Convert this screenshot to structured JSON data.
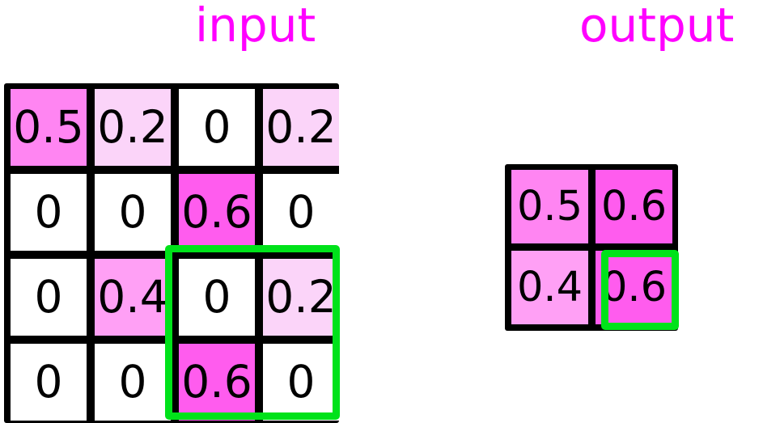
{
  "figure": {
    "type": "max-pooling-illustration",
    "background_color": "#ffffff",
    "label_color": "#ff00ff",
    "grid_line_color": "#000000",
    "highlight_color": "#00e21a"
  },
  "labels": {
    "input": "input",
    "output": "output"
  },
  "value_colors": {
    "0": "#ffffff",
    "0.2": "#fbd4f9",
    "0.4": "#ffa0f5",
    "0.5": "#ff85f2",
    "0.6": "#ff5cee"
  },
  "input_matrix": {
    "rows": 4,
    "cols": 4,
    "cells": [
      [
        {
          "value": "0.5",
          "color": "#ff85f2"
        },
        {
          "value": "0.2",
          "color": "#fbd4f9"
        },
        {
          "value": "0",
          "color": "#ffffff"
        },
        {
          "value": "0.2",
          "color": "#fbd4f9"
        }
      ],
      [
        {
          "value": "0",
          "color": "#ffffff"
        },
        {
          "value": "0",
          "color": "#ffffff"
        },
        {
          "value": "0.6",
          "color": "#ff5cee"
        },
        {
          "value": "0",
          "color": "#ffffff"
        }
      ],
      [
        {
          "value": "0",
          "color": "#ffffff"
        },
        {
          "value": "0.4",
          "color": "#ffa0f5"
        },
        {
          "value": "0",
          "color": "#ffffff"
        },
        {
          "value": "0.2",
          "color": "#fbd4f9"
        }
      ],
      [
        {
          "value": "0",
          "color": "#ffffff"
        },
        {
          "value": "0",
          "color": "#ffffff"
        },
        {
          "value": "0.6",
          "color": "#ff5cee"
        },
        {
          "value": "0",
          "color": "#ffffff"
        }
      ]
    ],
    "highlight_window": {
      "row_start": 2,
      "col_start": 2,
      "rows": 2,
      "cols": 2
    }
  },
  "output_matrix": {
    "rows": 2,
    "cols": 2,
    "cells": [
      [
        {
          "value": "0.5",
          "color": "#ff85f2"
        },
        {
          "value": "0.6",
          "color": "#ff5cee"
        }
      ],
      [
        {
          "value": "0.4",
          "color": "#ffa0f5"
        },
        {
          "value": "0.6",
          "color": "#ff5cee"
        }
      ]
    ],
    "highlight_cell": {
      "row": 1,
      "col": 1
    }
  },
  "chart_data": {
    "type": "heatmap",
    "title": "",
    "panels": [
      {
        "name": "input",
        "rows": 4,
        "cols": 4,
        "values": [
          [
            0.5,
            0.2,
            0,
            0.2
          ],
          [
            0,
            0,
            0.6,
            0
          ],
          [
            0,
            0.4,
            0,
            0.2
          ],
          [
            0,
            0,
            0.6,
            0
          ]
        ]
      },
      {
        "name": "output",
        "rows": 2,
        "cols": 2,
        "values": [
          [
            0.5,
            0.6
          ],
          [
            0.4,
            0.6
          ]
        ]
      }
    ],
    "annotations": [
      "green box on input rows 3-4, cols 3-4",
      "green box on output row 2, col 2"
    ],
    "xlabel": "",
    "ylabel": "",
    "legend": []
  }
}
